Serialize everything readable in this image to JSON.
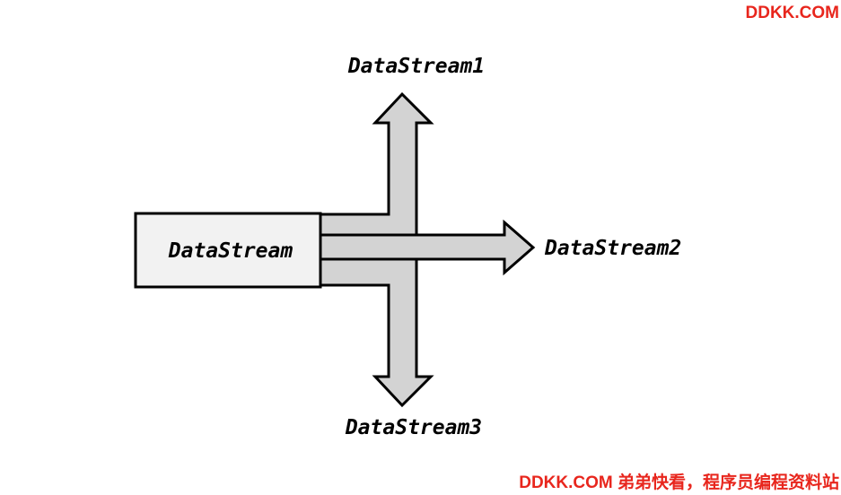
{
  "diagram": {
    "source_label": "DataStream",
    "outputs": [
      {
        "label": "DataStream1"
      },
      {
        "label": "DataStream2"
      },
      {
        "label": "DataStream3"
      }
    ],
    "colors": {
      "source_fill": "#f2f2f2",
      "arrow_fill": "#d3d3d3",
      "stroke": "#000000",
      "text": "#000000"
    }
  },
  "watermark": {
    "top_text": "DDKK.COM",
    "bottom_text": "DDKK.COM 弟弟快看，程序员编程资料站",
    "color": "#e8261d"
  }
}
